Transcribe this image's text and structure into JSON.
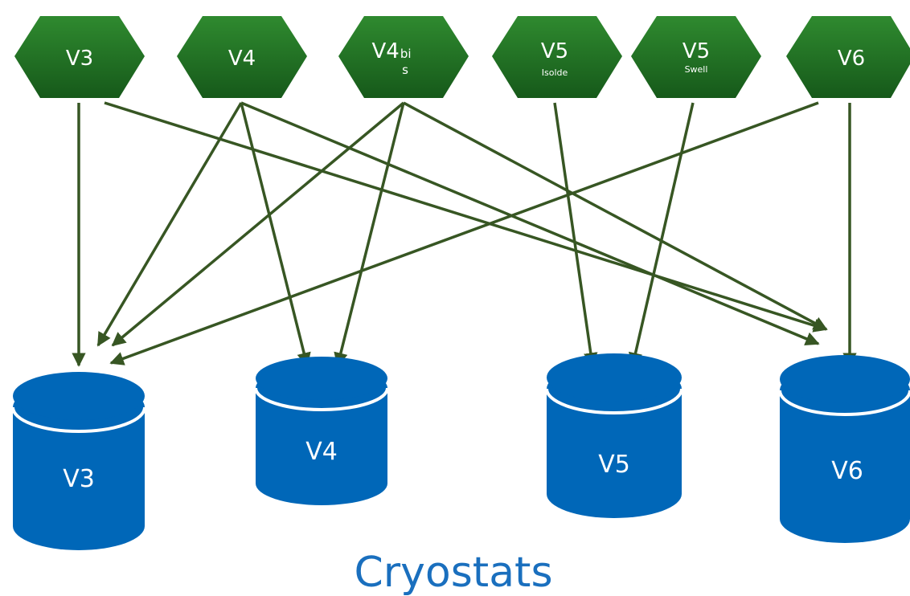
{
  "sources": [
    {
      "label": "V3",
      "sub": ""
    },
    {
      "label": "V4",
      "sub": ""
    },
    {
      "label": "V4bi",
      "label_main": "V4",
      "label_sup": "bi",
      "label_wrap": "s"
    },
    {
      "label": "V5",
      "sub": "Isolde"
    },
    {
      "label": "V5",
      "sub": "Swell"
    },
    {
      "label": "V6",
      "sub": ""
    }
  ],
  "cryostats": [
    {
      "label": "V3"
    },
    {
      "label": "V4"
    },
    {
      "label": "V5"
    },
    {
      "label": "V6"
    }
  ],
  "caption": "Cryostats",
  "colors": {
    "hexagon_top": "#2f8a2f",
    "hexagon_bottom": "#1a5c1a",
    "arrow": "#375623",
    "cylinder": "#0067b8",
    "cylinder_rim": "#ffffff",
    "caption": "#1a6fbe"
  }
}
